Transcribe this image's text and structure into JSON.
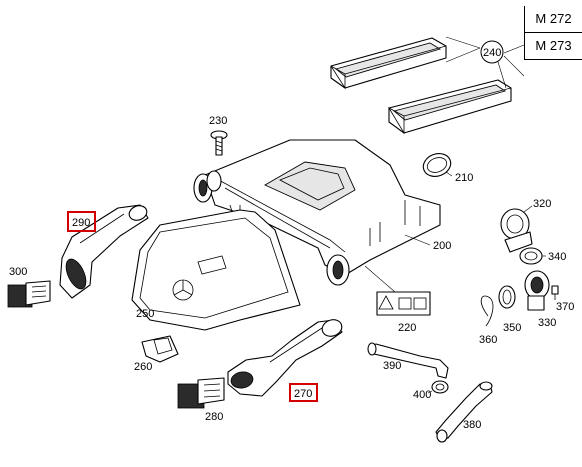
{
  "engine_variants": [
    "M 272",
    "M 273"
  ],
  "part_callouts": {
    "p200": "200",
    "p210": "210",
    "p220": "220",
    "p230": "230",
    "p240": "240",
    "p250": "250",
    "p260": "260",
    "p270": "270",
    "p280": "280",
    "p290": "290",
    "p300": "300",
    "p320": "320",
    "p330": "330",
    "p340": "340",
    "p350": "350",
    "p360": "360",
    "p370": "370",
    "p380": "380",
    "p390": "390",
    "p400": "400"
  },
  "highlighted_callouts": [
    "270",
    "290"
  ],
  "highlight_color": "#d40000"
}
